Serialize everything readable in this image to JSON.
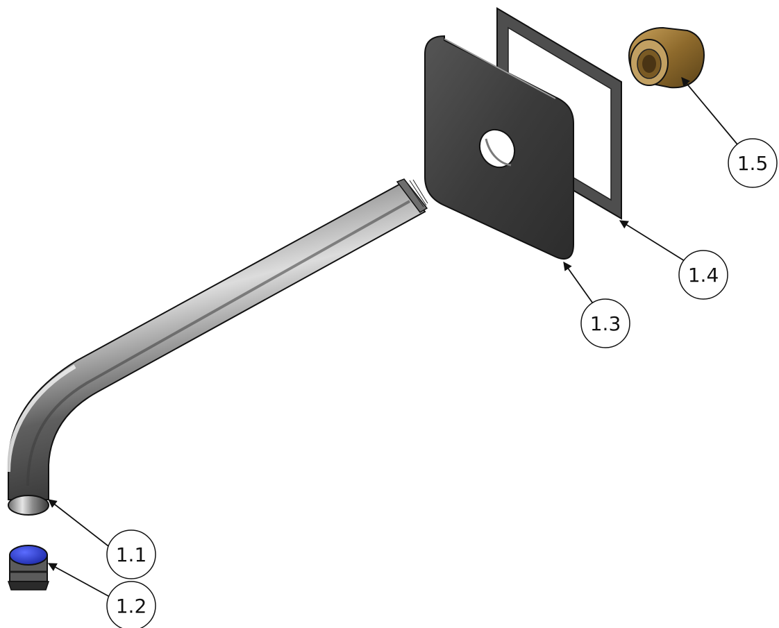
{
  "callouts": [
    {
      "id": "1.1",
      "label": "1.1"
    },
    {
      "id": "1.2",
      "label": "1.2"
    },
    {
      "id": "1.3",
      "label": "1.3"
    },
    {
      "id": "1.4",
      "label": "1.4"
    },
    {
      "id": "1.5",
      "label": "1.5"
    }
  ],
  "colors": {
    "background": "#ffffff",
    "steel_light": "#e8e8e8",
    "steel_dark": "#4a4a4a",
    "plate": "#3c3c3c",
    "gasket": "#5a5a5a",
    "brass": "#a87b33",
    "aerator_cap": "#2f3fd6"
  }
}
